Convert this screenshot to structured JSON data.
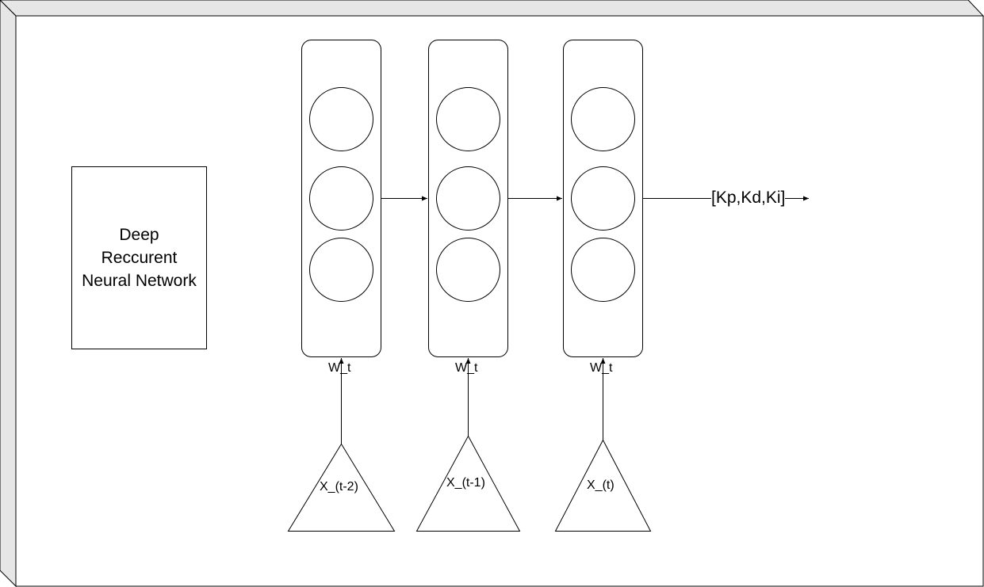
{
  "title": {
    "lines": [
      "Deep",
      "Reccurent",
      "Neural Network"
    ]
  },
  "layers": [
    {
      "weight_label": "W_t",
      "input_label": "X_(t-2)"
    },
    {
      "weight_label": "W_t",
      "input_label": "X_(t-1)"
    },
    {
      "weight_label": "W_t",
      "input_label": "X_(t)"
    }
  ],
  "output_label": "[Kp,Kd,Ki]",
  "colors": {
    "stroke": "#000000",
    "panel_side": "#e6e6e6",
    "background": "#ffffff"
  }
}
